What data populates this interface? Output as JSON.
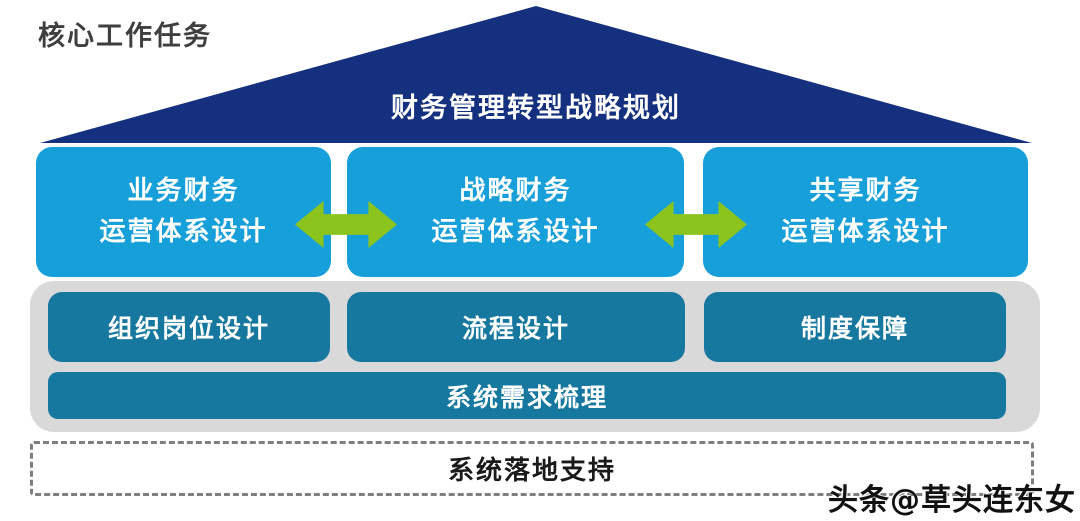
{
  "page": {
    "title": "核心工作任务",
    "watermark": "头条@草头连东女"
  },
  "pyramid": {
    "roof": {
      "label": "财务管理转型战略规划"
    },
    "design_row": [
      {
        "line1": "业务财务",
        "line2": "运营体系设计"
      },
      {
        "line1": "战略财务",
        "line2": "运营体系设计"
      },
      {
        "line1": "共享财务",
        "line2": "运营体系设计"
      }
    ],
    "connector_icon": "double-headed-arrow",
    "support_row": [
      "组织岗位设计",
      "流程设计",
      "制度保障"
    ],
    "system_bar": "系统需求梳理",
    "foundation": "系统落地支持"
  },
  "colors": {
    "roof_navy": "#15307E",
    "box_cyan": "#169FD9",
    "box_teal": "#17789F",
    "arrow_green": "#8CC41E",
    "band_gray": "#D9D9D9",
    "title_gray": "#3F3F3F",
    "dash_gray": "#7F7F7F"
  }
}
